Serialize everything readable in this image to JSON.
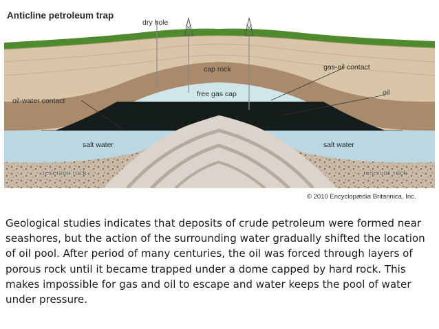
{
  "diagram": {
    "title": "Anticline petroleum trap",
    "labels": {
      "dry_hole": "dry hole",
      "cap_rock": "cap rock",
      "gas_oil_contact": "gas-oil contact",
      "free_gas_cap": "free gas cap",
      "oil": "oil",
      "oil_water_contact": "oil-water contact",
      "salt_water_left": "salt water",
      "salt_water_right": "salt water",
      "reservoir_rock_left": "reservoir rock",
      "reservoir_rock_right": "reservoir rock"
    },
    "copyright": "© 2010 Encyclopædia Britannica, Inc.",
    "colors": {
      "grass": "#4f8a2f",
      "sandstone": "#d9c6a8",
      "cap_rock": "#a98b6c",
      "gas": "#cfe6ea",
      "oil": "#151c1c",
      "salt_water": "#b9d8e3",
      "reservoir_rock": "#c9b8a3",
      "core": "#dcd4cb"
    }
  },
  "caption": "Geological studies indicates that deposits of crude petroleum were formed near seashores, but the action of the surrounding water gradually shifted the location of oil pool. After period of many centuries, the oil was forced through layers of porous rock until it became trapped under a dome capped by hard rock. This makes impossible for gas and oil to escape and water keeps the pool of water under pressure."
}
